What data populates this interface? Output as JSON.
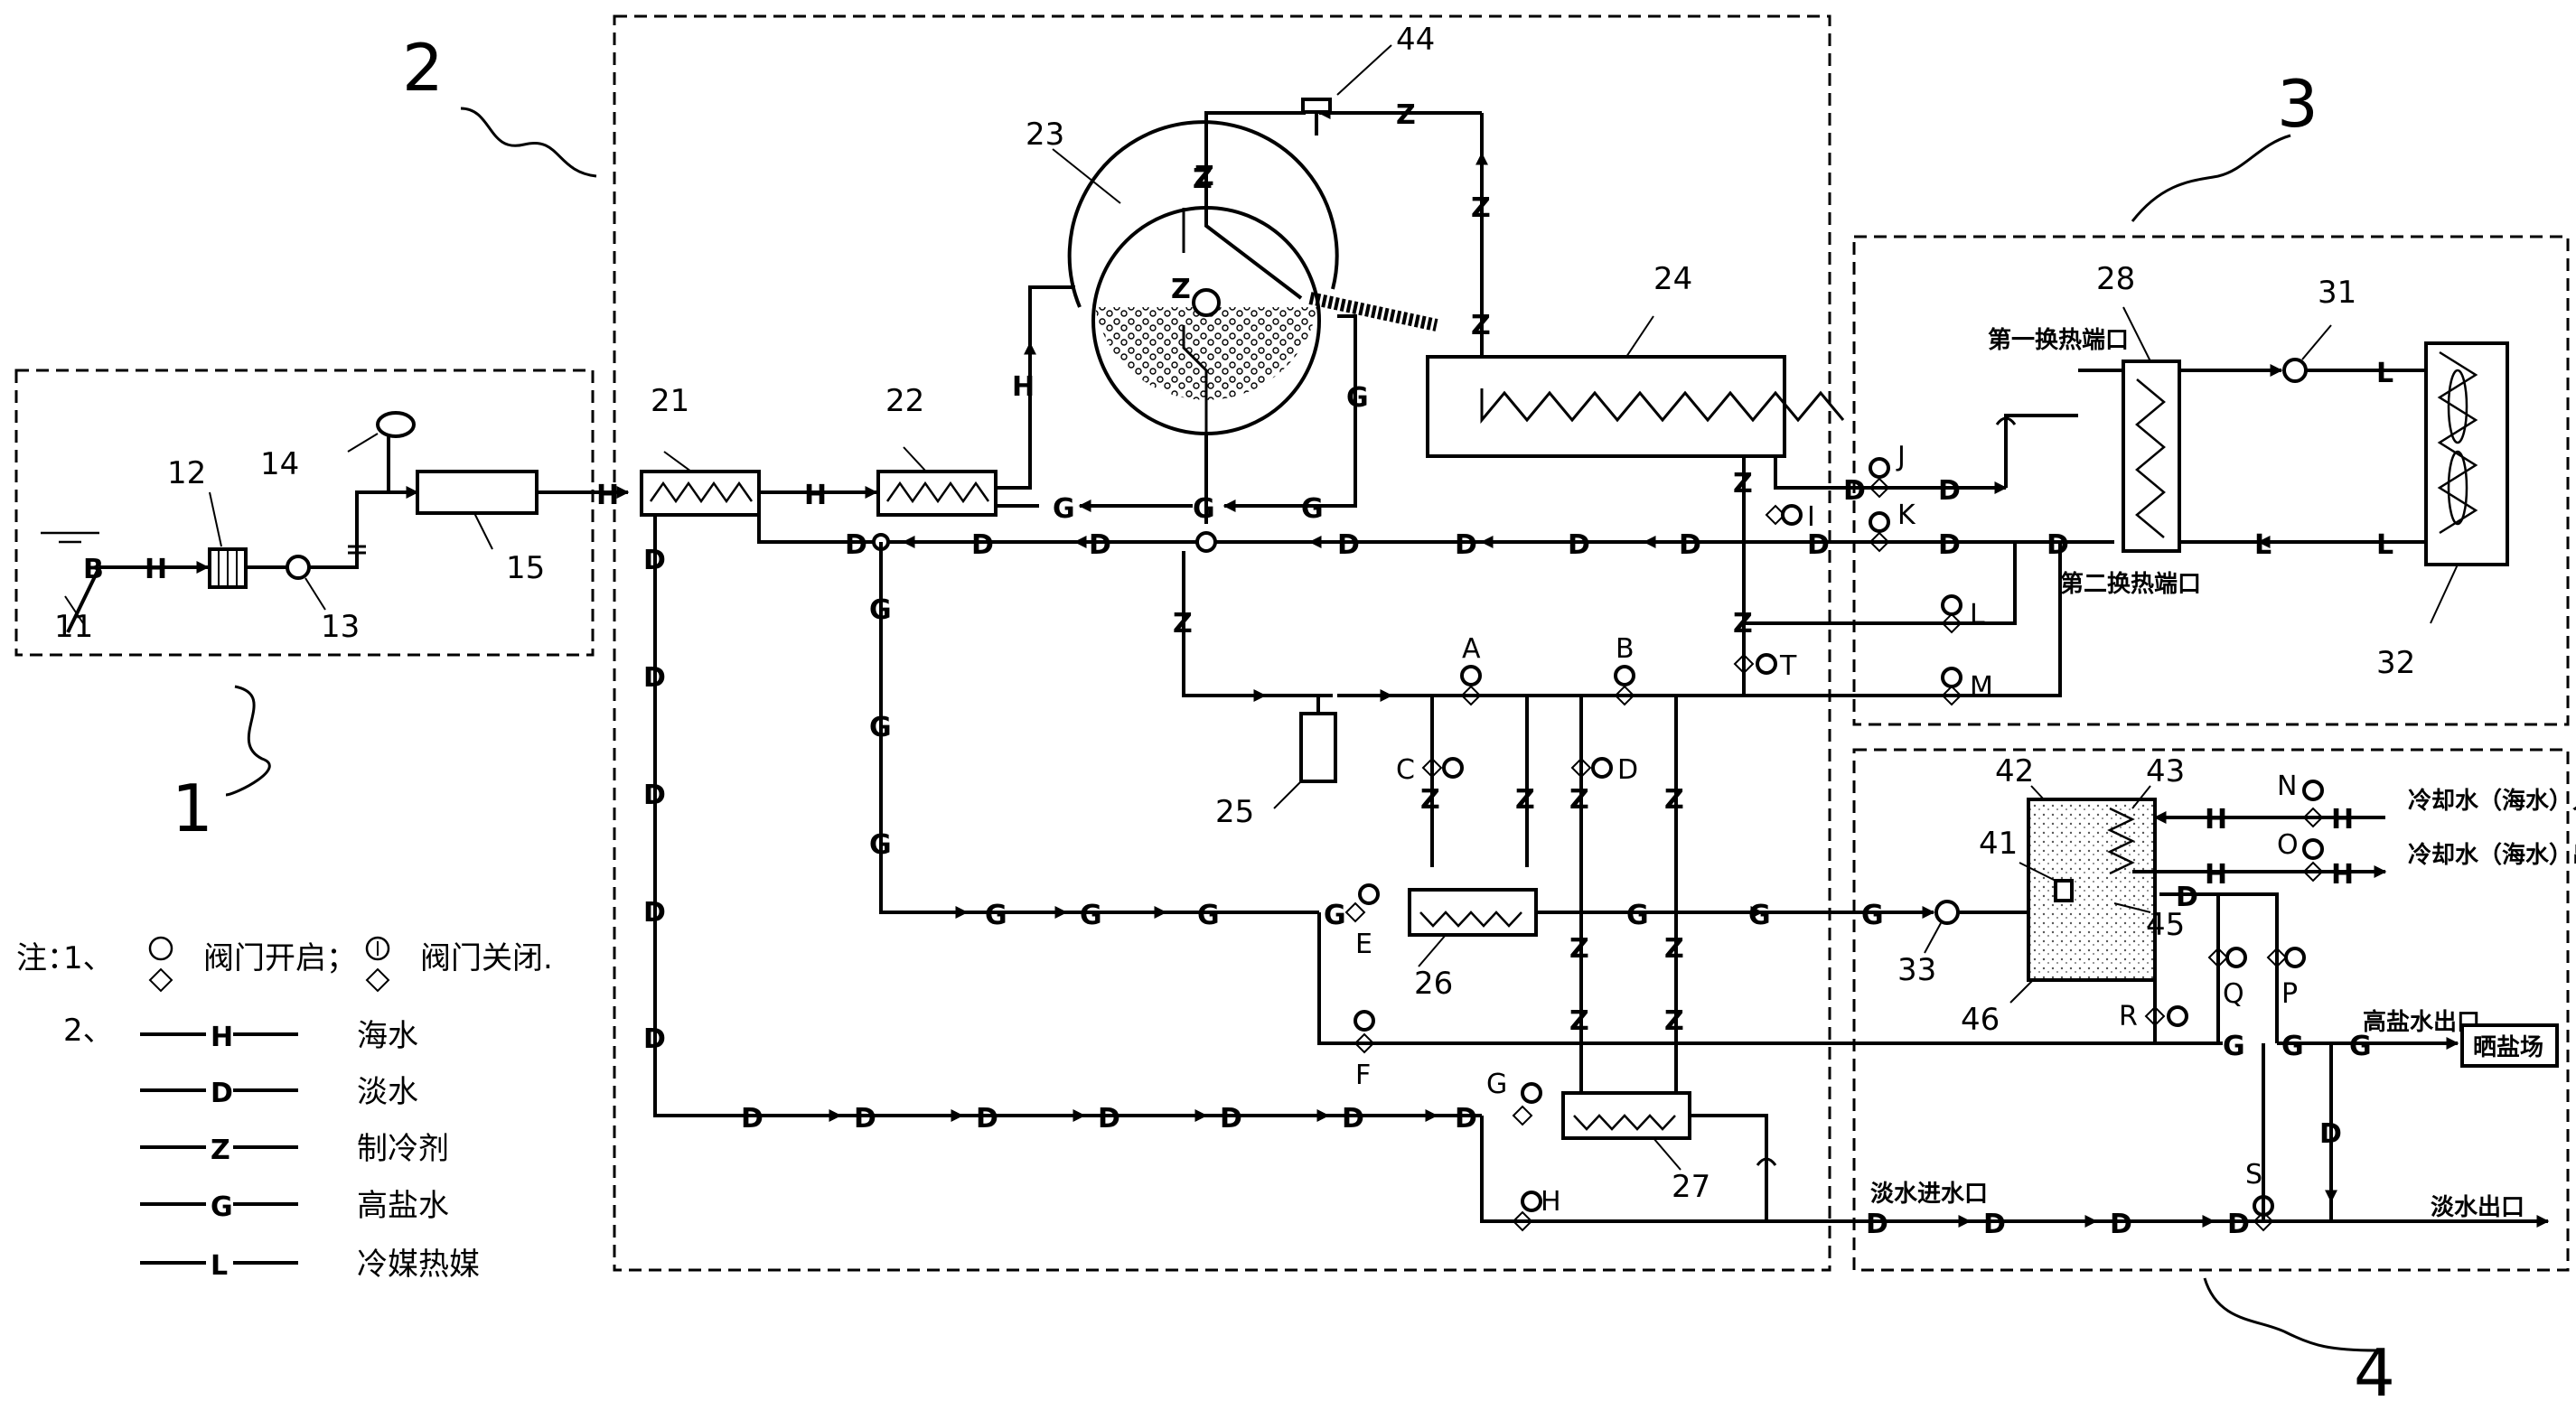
{
  "colors": {
    "line": "#000000",
    "background": "#ffffff"
  },
  "zones": [
    "1",
    "2",
    "3",
    "4"
  ],
  "components": [
    "11",
    "12",
    "13",
    "14",
    "15",
    "21",
    "22",
    "23",
    "24",
    "25",
    "26",
    "27",
    "28",
    "31",
    "32",
    "33",
    "41",
    "42",
    "43",
    "44",
    "45",
    "46"
  ],
  "valves": [
    "A",
    "B",
    "C",
    "D",
    "E",
    "F",
    "G",
    "H",
    "I",
    "J",
    "K",
    "L",
    "M",
    "N",
    "O",
    "P",
    "Q",
    "R",
    "S",
    "T"
  ],
  "pipe_codes": {
    "seawater": "H",
    "fresh": "D",
    "refrigerant": "Z",
    "brine": "G",
    "coolant": "L",
    "f_special": "B",
    "z_special": "O"
  },
  "labels": {
    "hx1_inlet": "第一换热端口",
    "hx2_inlet": "第二换热端口",
    "cooling_in": "冷却水（海水）入口",
    "cooling_out": "冷却水（海水）出口",
    "high_salt_out": "高盐水出口",
    "salt_field": "晒盐场",
    "fresh_in": "淡水进水口",
    "fresh_out": "淡水出口"
  },
  "legend": {
    "note_prefix": "注：",
    "item1_num": "1、",
    "item2_num": "2、",
    "valve_open": "阀门开启；",
    "valve_closed": "阀门关闭.",
    "rows": [
      {
        "code": "H",
        "text": "海水"
      },
      {
        "code": "D",
        "text": "淡水"
      },
      {
        "code": "Z",
        "text": "制冷剂"
      },
      {
        "code": "G",
        "text": "高盐水"
      },
      {
        "code": "L",
        "text": "冷媒热媒"
      }
    ]
  }
}
